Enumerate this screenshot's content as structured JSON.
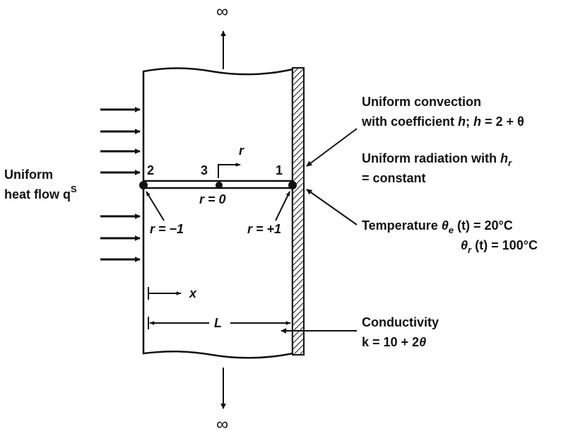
{
  "infinity_top": "∞",
  "infinity_bottom": "∞",
  "heat_flow": {
    "line1": "Uniform",
    "line2_text": "heat flow q",
    "line2_sup": "S"
  },
  "nodes": {
    "n1": "1",
    "n2": "2",
    "n3": "3"
  },
  "r_axis": "r",
  "r_minus": "r = −1",
  "r_zero": "r = 0",
  "r_plus": "r = +1",
  "x_axis": "x",
  "length": "L",
  "convection": {
    "line1": "Uniform convection",
    "line2_a": "with coefficient ",
    "line2_h1": "h",
    "line2_b": "; ",
    "line2_h2": "h",
    "line2_c": " = 2 + θ"
  },
  "radiation": {
    "line1_a": "Uniform radiation with ",
    "line1_h": "h",
    "line1_sub": "r",
    "line2": "= constant"
  },
  "temperature": {
    "line1_a": "Temperature ",
    "line1_theta": "θ",
    "line1_sub": "e",
    "line1_b": " (t) = 20°C",
    "line2_theta": "θ",
    "line2_sub": "r",
    "line2_b": " (t) = 100°C"
  },
  "conductivity": {
    "line1": "Conductivity",
    "line2_a": "k = 10 + 2",
    "line2_theta": "θ"
  }
}
